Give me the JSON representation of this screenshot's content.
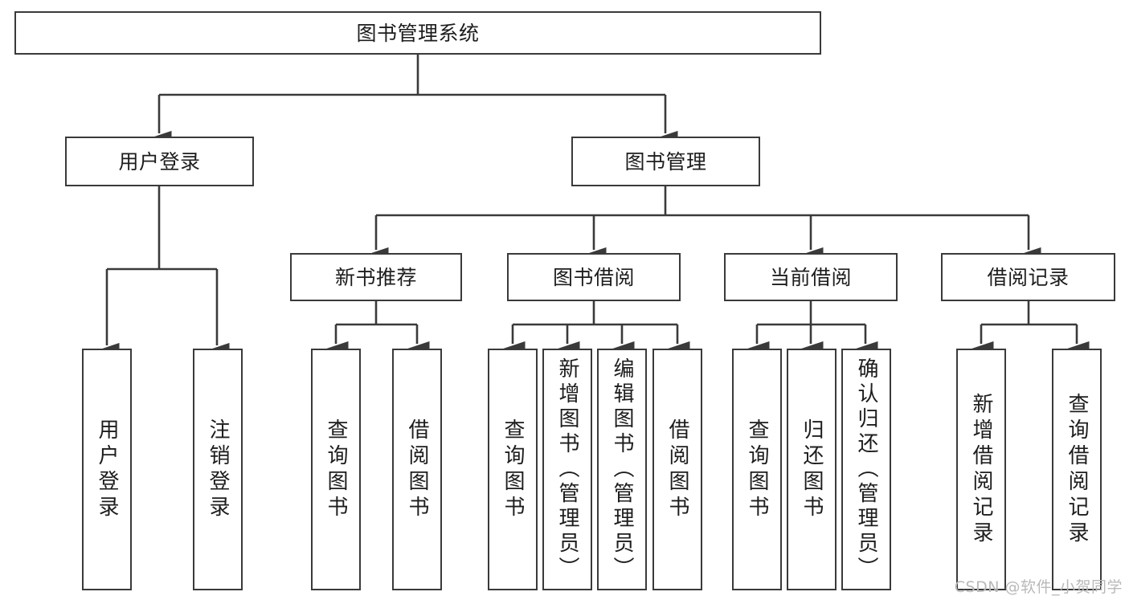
{
  "diagram": {
    "type": "tree-hierarchy-chart",
    "title": "图书管理系统",
    "colors": {
      "node_border": "#3a3a3a",
      "node_fill": "#ffffff",
      "connector": "#3a3a3a",
      "text": "#1d1d1d",
      "background": "#ffffff",
      "watermark": "#b9b9b9"
    },
    "levels": {
      "root": {
        "label": "图书管理系统"
      },
      "level2": [
        {
          "id": "user-login",
          "label": "用户登录"
        },
        {
          "id": "book-management",
          "label": "图书管理"
        }
      ],
      "level3": [
        {
          "id": "new-book-recommend",
          "label": "新书推荐",
          "parent": "book-management"
        },
        {
          "id": "book-borrow",
          "label": "图书借阅",
          "parent": "book-management"
        },
        {
          "id": "current-borrow",
          "label": "当前借阅",
          "parent": "book-management"
        },
        {
          "id": "borrow-record",
          "label": "借阅记录",
          "parent": "book-management"
        }
      ],
      "leaves": [
        {
          "id": "leaf-user-login",
          "label": "用户登录",
          "parent": "user-login"
        },
        {
          "id": "leaf-logout-login",
          "label": "注销登录",
          "parent": "user-login"
        },
        {
          "id": "leaf-query-book-1",
          "label": "查询图书",
          "parent": "new-book-recommend"
        },
        {
          "id": "leaf-borrow-book-1",
          "label": "借阅图书",
          "parent": "new-book-recommend"
        },
        {
          "id": "leaf-query-book-2",
          "label": "查询图书",
          "parent": "book-borrow"
        },
        {
          "id": "leaf-add-book",
          "label": "新增图书（管理员）",
          "parent": "book-borrow"
        },
        {
          "id": "leaf-edit-book",
          "label": "编辑图书（管理员）",
          "parent": "book-borrow"
        },
        {
          "id": "leaf-borrow-book-2",
          "label": "借阅图书",
          "parent": "book-borrow"
        },
        {
          "id": "leaf-query-book-3",
          "label": "查询图书",
          "parent": "current-borrow"
        },
        {
          "id": "leaf-return-book",
          "label": "归还图书",
          "parent": "current-borrow"
        },
        {
          "id": "leaf-confirm-return",
          "label": "确认归还（管理员）",
          "parent": "current-borrow"
        },
        {
          "id": "leaf-add-record",
          "label": "新增借阅记录",
          "parent": "borrow-record"
        },
        {
          "id": "leaf-query-record",
          "label": "查询借阅记录",
          "parent": "borrow-record"
        }
      ]
    }
  },
  "watermark": {
    "text": "CSDN @软件_小贺同学"
  }
}
